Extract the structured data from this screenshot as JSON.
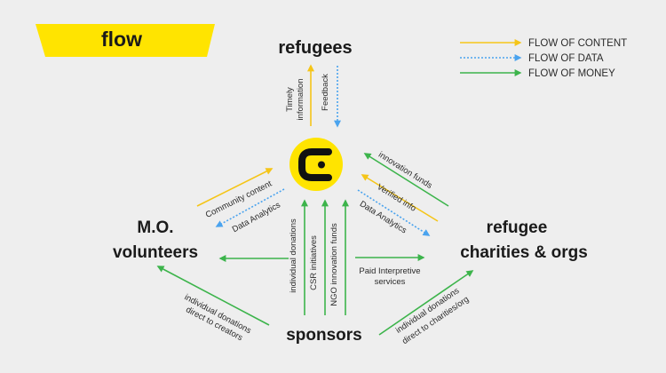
{
  "title": "flow",
  "colors": {
    "background": "#eeeeee",
    "banner": "#ffe400",
    "content": "#f5c518",
    "data": "#4aa3ee",
    "money": "#3cb44b",
    "text": "#1a1a1a",
    "logo_bg": "#ffe400",
    "logo_fg": "#111111"
  },
  "legend": [
    {
      "label": "FLOW OF CONTENT",
      "type": "content"
    },
    {
      "label": "FLOW OF DATA",
      "type": "data"
    },
    {
      "label": "FLOW OF MONEY",
      "type": "money"
    }
  ],
  "nodes": {
    "refugees": "refugees",
    "mo_line1": "M.O.",
    "mo_line2": "volunteers",
    "charities_line1": "refugee",
    "charities_line2": "charities & orgs",
    "sponsors": "sponsors"
  },
  "logo_icon": "c-logo-icon",
  "flows": {
    "timely_line1": "Timely",
    "timely_line2": "information",
    "feedback": "Feedback",
    "community_content": "Community content",
    "data_analytics_left": "Data Analytics",
    "innovation_funds": "innovation funds",
    "verified_info": "Verified info",
    "data_analytics_right": "Data Analytics",
    "individual_donations": "individual donations",
    "csr_initiatives": "CSR initiatives",
    "ngo_innovation_funds": "NGO innovation funds",
    "paid_line1": "Paid Interpretive",
    "paid_line2": "services",
    "donations_creators_line1": "individual donations",
    "donations_creators_line2": "direct to creators",
    "donations_charities_line1": "individual donations",
    "donations_charities_line2": "direct to charities/org"
  }
}
